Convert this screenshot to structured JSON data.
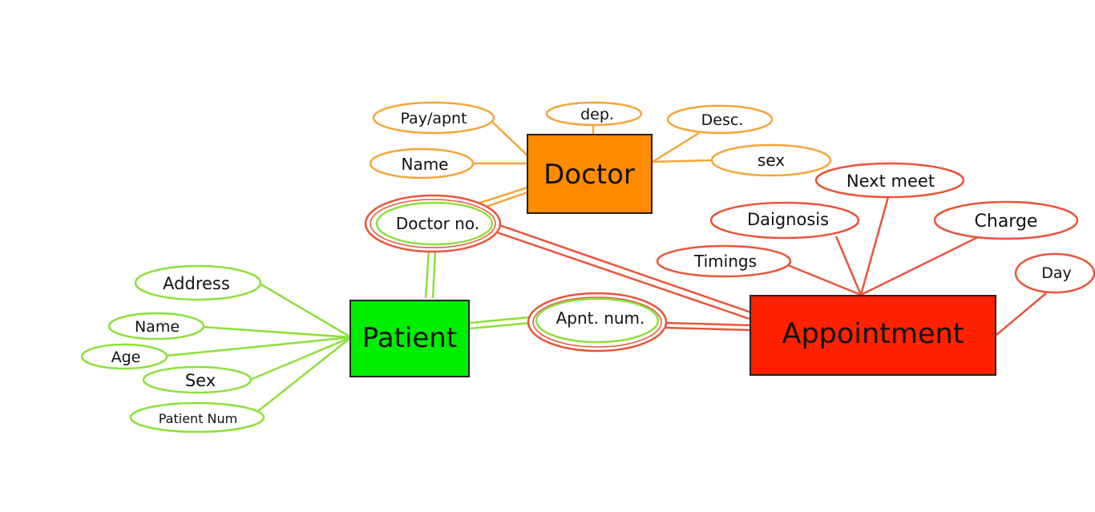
{
  "entities": {
    "doctor": {
      "label": "Doctor",
      "fill": "#FF8C00"
    },
    "patient": {
      "label": "Patient",
      "fill": "#00EE00"
    },
    "appointment": {
      "label": "Appointment",
      "fill": "#FF2200"
    }
  },
  "doctor_attributes": {
    "pay": "Pay/apnt",
    "dep": "dep.",
    "desc": "Desc.",
    "name": "Name",
    "sex": "sex"
  },
  "patient_attributes": {
    "address": "Address",
    "name": "Name",
    "age": "Age",
    "sex": "Sex",
    "patient_num": "Patient Num"
  },
  "appointment_attributes": {
    "next_meet": "Next meet",
    "diagnosis": "Daignosis",
    "charge": "Charge",
    "timings": "Timings",
    "day": "Day"
  },
  "keys": {
    "doctor_no": "Doctor no.",
    "apnt_num": "Apnt. num."
  },
  "colors": {
    "doctor_stroke": "#F4A53A",
    "patient_stroke": "#8CE03A",
    "appointment_stroke": "#E8553A"
  }
}
